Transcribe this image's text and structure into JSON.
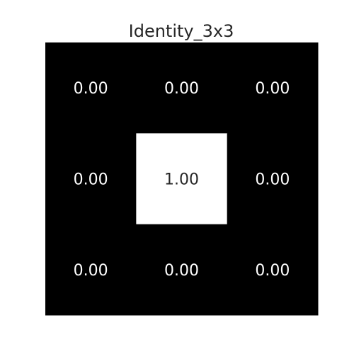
{
  "chart_data": {
    "type": "heatmap",
    "title": "Identity_3x3",
    "xlabel": "",
    "ylabel": "",
    "rows": 3,
    "cols": 3,
    "values": [
      [
        0.0,
        0.0,
        0.0
      ],
      [
        0.0,
        1.0,
        0.0
      ],
      [
        0.0,
        0.0,
        0.0
      ]
    ],
    "labels": [
      [
        "0.00",
        "0.00",
        "0.00"
      ],
      [
        "0.00",
        "1.00",
        "0.00"
      ],
      [
        "0.00",
        "0.00",
        "0.00"
      ]
    ],
    "value_range": [
      0.0,
      1.0
    ],
    "colormap": {
      "low": "#000000",
      "high": "#ffffff"
    },
    "label_colors": {
      "on_dark": "#ffffff",
      "on_light": "#262626"
    },
    "grid": false,
    "axes_visible": false,
    "colorbar": false
  }
}
